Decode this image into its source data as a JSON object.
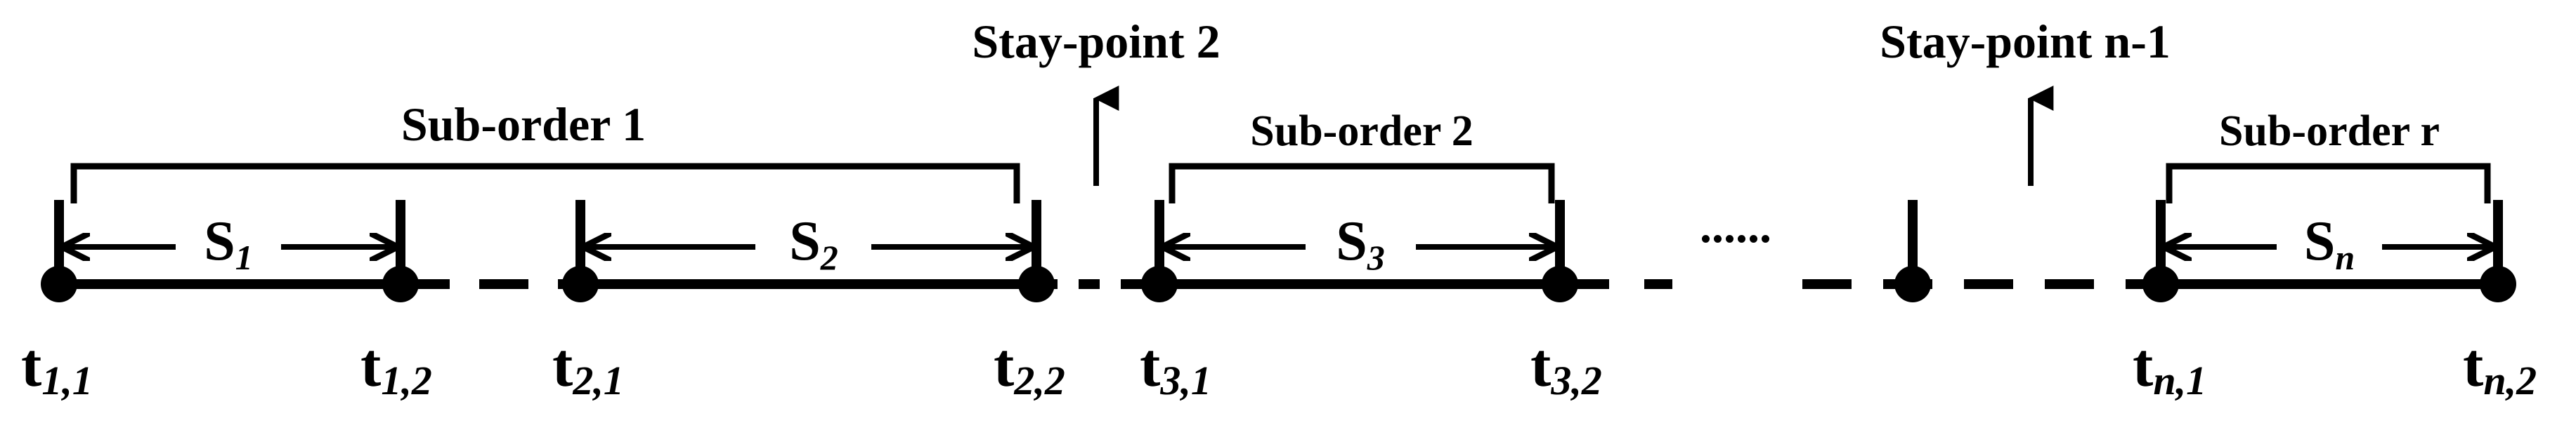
{
  "stay_points": [
    "Stay-point 2",
    "Stay-point n-1"
  ],
  "sub_orders": [
    "Sub-order 1",
    "Sub-order 2",
    "Sub-order r"
  ],
  "segments": [
    {
      "base": "S",
      "sub": "1"
    },
    {
      "base": "S",
      "sub": "2"
    },
    {
      "base": "S",
      "sub": "3"
    },
    {
      "base": "S",
      "sub": "n"
    }
  ],
  "time_points": [
    {
      "base": "t",
      "sub": "1,1"
    },
    {
      "base": "t",
      "sub": "1,2"
    },
    {
      "base": "t",
      "sub": "2,1"
    },
    {
      "base": "t",
      "sub": "2,2"
    },
    {
      "base": "t",
      "sub": "3,1"
    },
    {
      "base": "t",
      "sub": "3,2"
    },
    {
      "base": "t",
      "sub": "n,1"
    },
    {
      "base": "t",
      "sub": "n,2"
    }
  ],
  "ellipsis": "......",
  "line_color": "#000000"
}
